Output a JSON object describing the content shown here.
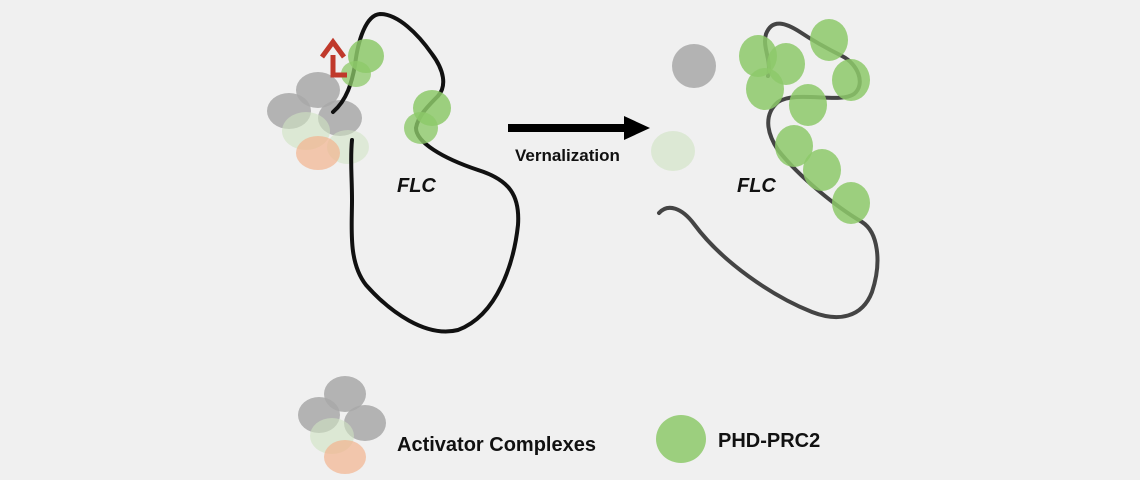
{
  "diagram": {
    "arrow_label": "Vernalization",
    "gene_label_left": "FLC",
    "gene_label_right": "FLC",
    "legend": {
      "activator_label": "Activator Complexes",
      "prc2_label": "PHD-PRC2"
    }
  },
  "colors": {
    "background": "#f0f0f0",
    "dna": "#111111",
    "dna_after": "#444444",
    "activator_gray": "#a8a8a8",
    "activator_green": "#cfe3c2",
    "activator_orange": "#f2b48e",
    "prc2_green": "#8dc96a",
    "prc2_stroke": "#6fb04c",
    "activation_arrow": "#c0392b",
    "process_arrow": "#000000"
  },
  "icons": {
    "activation": "up-arrow-icon",
    "process": "right-arrow-icon"
  }
}
